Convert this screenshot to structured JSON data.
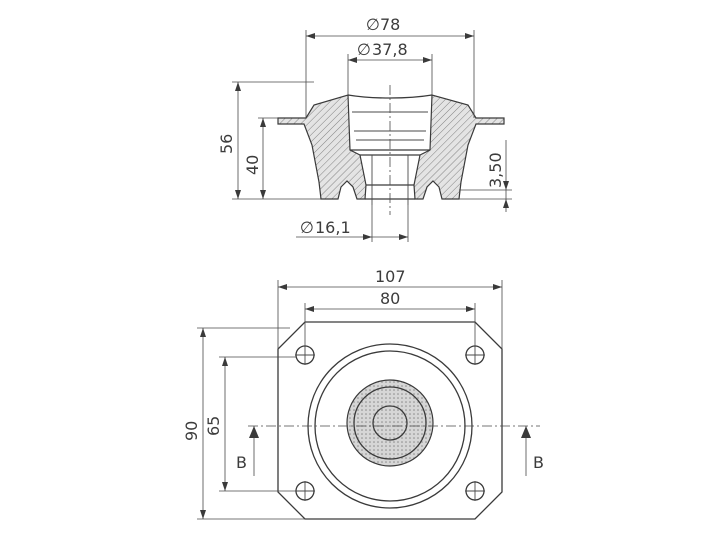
{
  "top_view": {
    "outer_diameter": "78",
    "inner_diameter": "37,8",
    "bore_diameter": "16,1",
    "total_height": "56",
    "body_height": "40",
    "flange_thickness": "3,50"
  },
  "bottom_view": {
    "width_outer": "107",
    "width_holes": "80",
    "height_outer": "90",
    "height_holes": "65",
    "section_left": "B",
    "section_right": "B"
  },
  "symbols": {
    "diameter": "∅"
  }
}
